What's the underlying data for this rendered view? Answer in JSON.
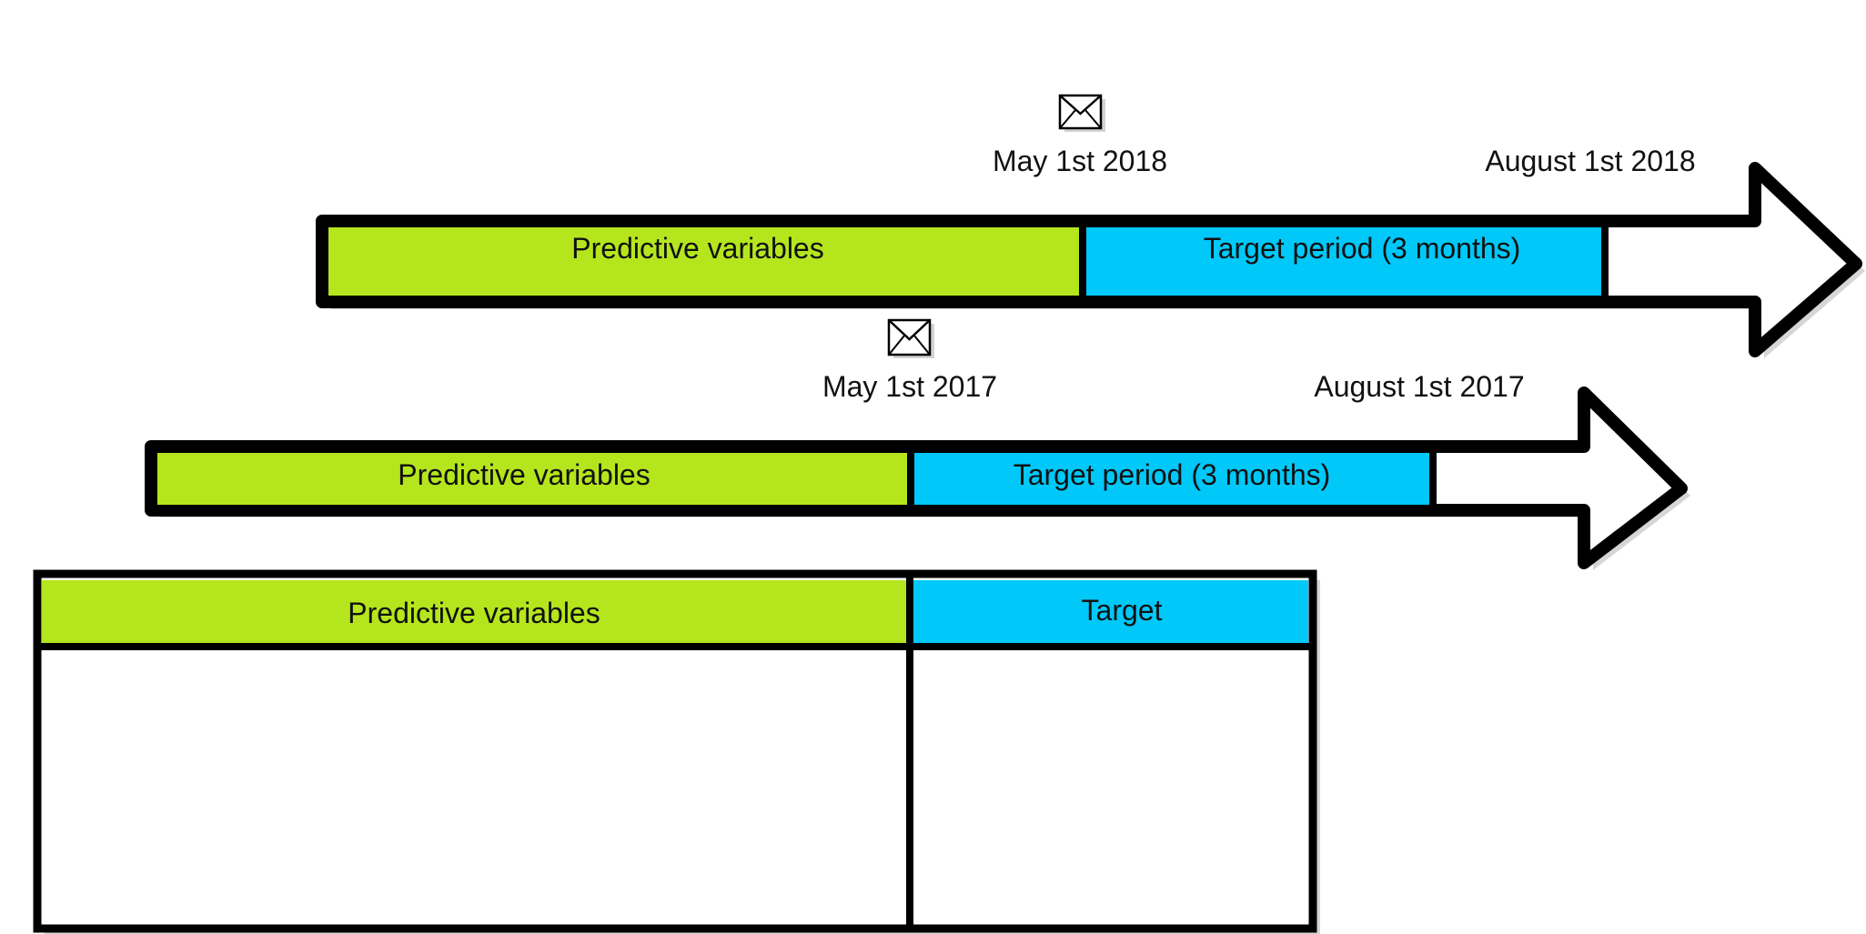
{
  "colors": {
    "predictive": "#b5e61d",
    "target": "#00c8f8",
    "outline": "#000000",
    "shadow": "#c8c8c8",
    "background": "#ffffff"
  },
  "icons": {
    "marker": "envelope-icon"
  },
  "timelines": [
    {
      "predictive_label": "Predictive variables",
      "target_label": "Target period (3 months)",
      "start_date": "May 1st 2018",
      "end_date": "August 1st 2018"
    },
    {
      "predictive_label": "Predictive variables",
      "target_label": "Target period (3 months)",
      "start_date": "May 1st 2017",
      "end_date": "August 1st 2017"
    }
  ],
  "table": {
    "headers": [
      "Predictive variables",
      "Target"
    ]
  }
}
